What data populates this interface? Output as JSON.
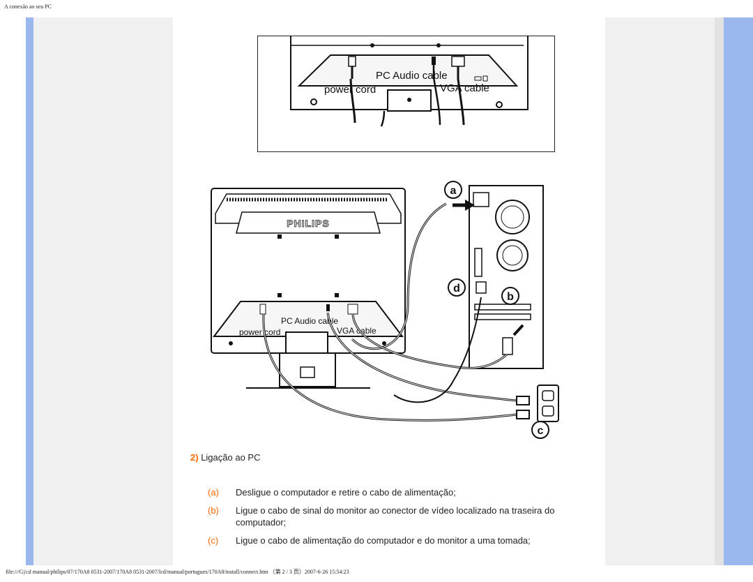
{
  "header": {
    "title": "A conexão ao seu PC"
  },
  "figure1": {
    "label_audio": "PC Audio cable",
    "label_power": "power cord",
    "label_vga": "VGA cable"
  },
  "figure2": {
    "brand": "PHILIPS",
    "label_audio": "PC Audio cable",
    "label_power": "power cord",
    "label_vga": "VGA cable",
    "marker_a": "a",
    "marker_b": "b",
    "marker_c": "c",
    "marker_d": "d"
  },
  "section": {
    "number": "2)",
    "title": "Ligação ao PC"
  },
  "steps": [
    {
      "letter": "(a)",
      "text": "Desligue o computador e retire o cabo de alimentação;"
    },
    {
      "letter": "(b)",
      "text": "Ligue o cabo de sinal do monitor ao conector de vídeo localizado na traseira do computador;"
    },
    {
      "letter": "(c)",
      "text": "Ligue o cabo de alimentação do computador e do monitor a uma tomada;"
    }
  ],
  "footer": {
    "path": "file:///G|/cd manual/philips/07/170A8 0531-2007/170A8 0531-2007/lcd/manual/portugues/170A8/install/connect.htm （第 2 / 3 页）2007-6-26 15:54:23"
  }
}
